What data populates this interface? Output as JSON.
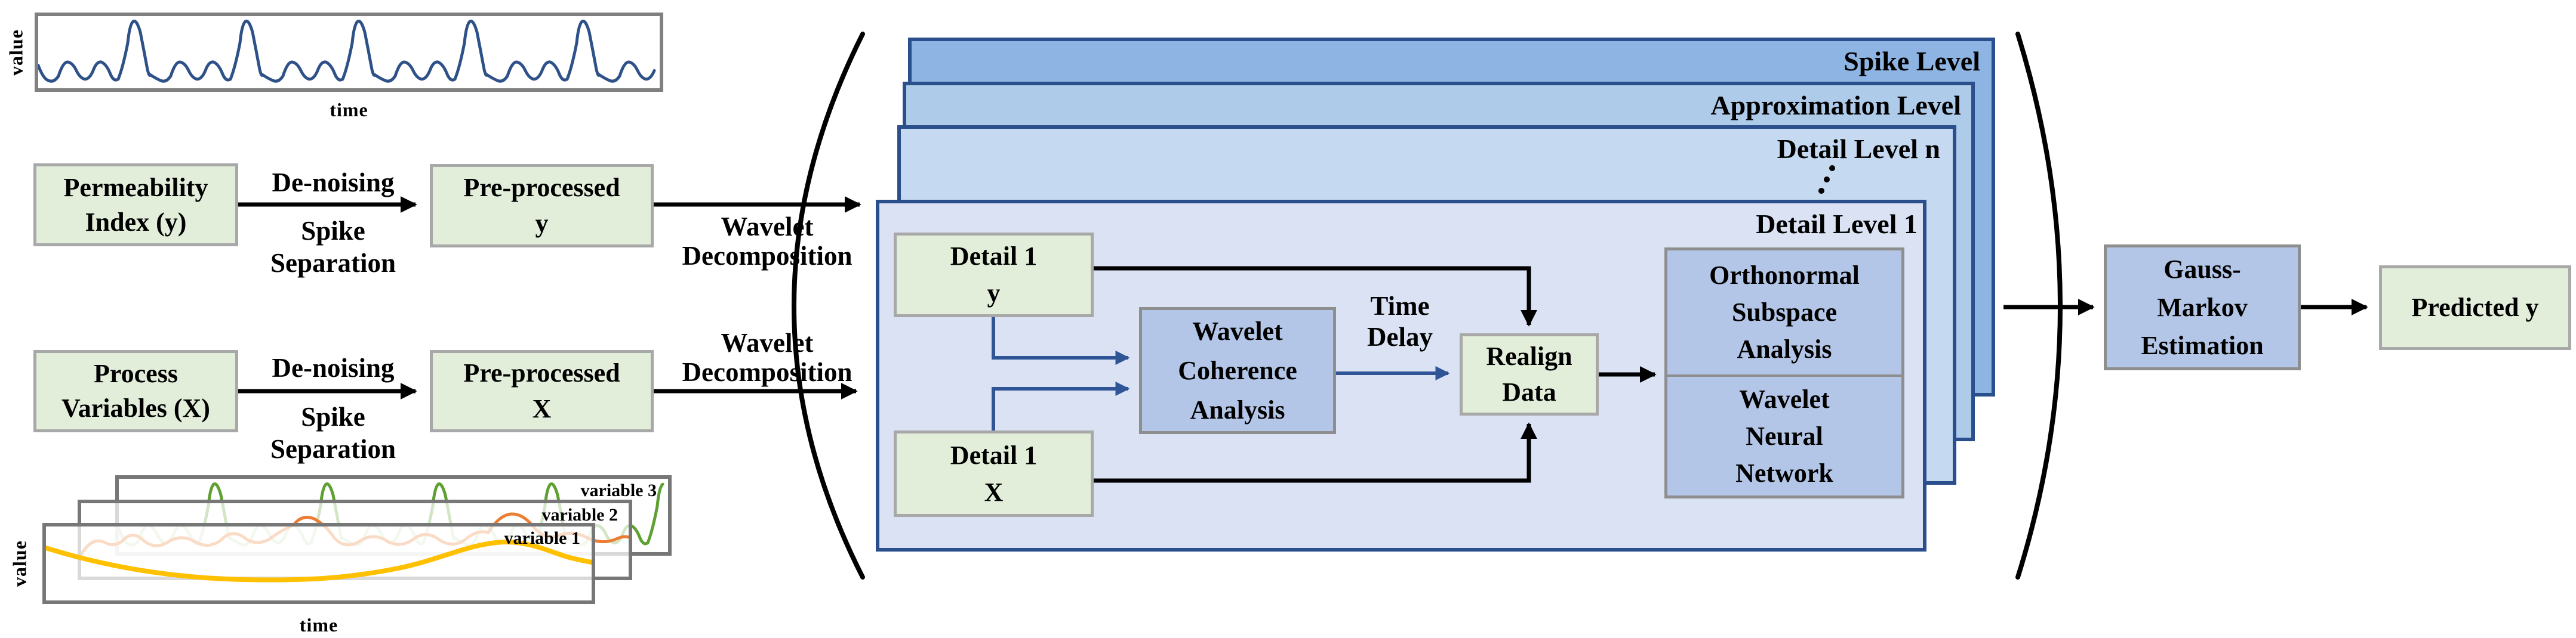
{
  "top_plot": {
    "ylabel": "value",
    "xlabel": "time"
  },
  "bottom_plot": {
    "ylabel": "value",
    "xlabel": "time",
    "series": [
      "variable 3",
      "variable 2",
      "variable 1"
    ]
  },
  "inputs": {
    "permeability": [
      "Permeability",
      "Index (y)"
    ],
    "process": [
      "Process",
      "Variables (X)"
    ],
    "preprocessed_y": [
      "Pre-processed",
      "y"
    ],
    "preprocessed_x": [
      "Pre-processed",
      "X"
    ]
  },
  "arrow_labels": {
    "denoising": "De-noising",
    "spike_separation": [
      "Spike",
      "Separation"
    ],
    "wavelet_decomposition": [
      "Wavelet",
      "Decomposition"
    ],
    "time_delay": [
      "Time",
      "Delay"
    ]
  },
  "stack": {
    "levels": [
      "Spike Level",
      "Approximation Level",
      "Detail Level n",
      "Detail Level 1"
    ],
    "ellipsis": "⋮"
  },
  "detail_pipeline": {
    "detail1_y": [
      "Detail 1",
      "y"
    ],
    "detail1_x": [
      "Detail 1",
      "X"
    ],
    "wavelet_coherence": [
      "Wavelet",
      "Coherence",
      "Analysis"
    ],
    "realign": [
      "Realign",
      "Data"
    ],
    "orthonormal": [
      "Orthonormal",
      "Subspace",
      "Analysis"
    ],
    "wavelet_nn": [
      "Wavelet",
      "Neural",
      "Network"
    ]
  },
  "outputs": {
    "gauss_markov": [
      "Gauss-",
      "Markov",
      "Estimation"
    ],
    "predicted": "Predicted y"
  },
  "colors": {
    "green_fill": "#E2EEDA",
    "blue_box_fill": "#B4C6E7",
    "level_fills": [
      "#8DB4E2",
      "#AFCBEA",
      "#C5D9F1",
      "#DAE2F4"
    ],
    "level_border": "#2B4E8C",
    "signal_y": "#2E5188",
    "variable_1": "#FFC000",
    "variable_2": "#ED7D31",
    "variable_3": "#5EA032",
    "blue_line": "#2F5597"
  }
}
